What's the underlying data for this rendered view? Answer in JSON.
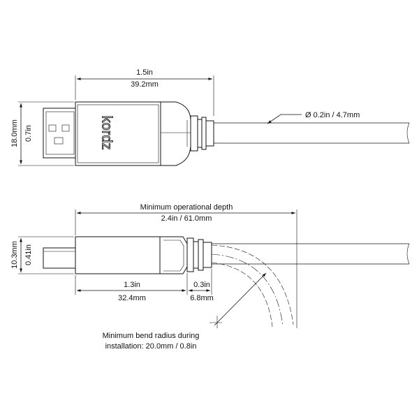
{
  "top_view": {
    "width_in": "1.5in",
    "width_mm": "39.2mm",
    "height_mm": "18.0mm",
    "height_in": "0.7in",
    "cable_diameter": "Ø 0.2in / 4.7mm",
    "logo": "kordz"
  },
  "side_view": {
    "depth_title": "Minimum operational depth",
    "depth_value": "2.4in / 61.0mm",
    "height_mm": "10.3mm",
    "height_in": "0.41in",
    "body_in": "1.3in",
    "body_mm": "32.4mm",
    "boot_in": "0.3in",
    "boot_mm": "6.8mm",
    "bend_line1": "Minimum bend radius during",
    "bend_line2": "installation: 20.0mm / 0.8in"
  }
}
